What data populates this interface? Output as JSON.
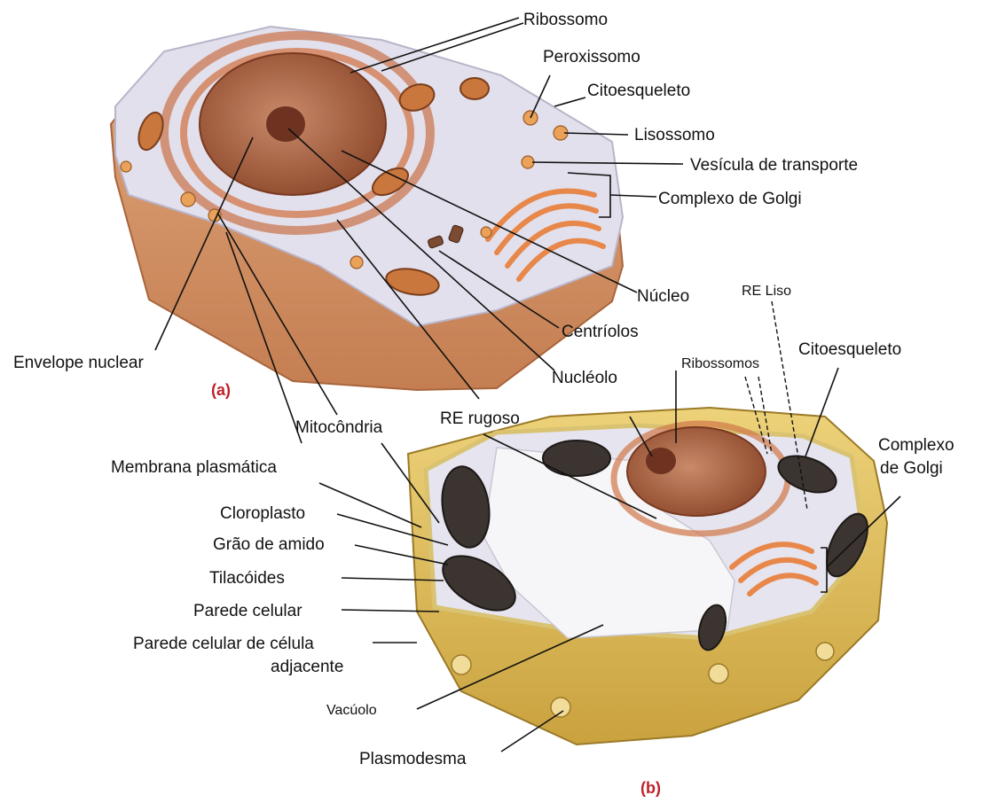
{
  "panels": {
    "a": "(a)",
    "b": "(b)"
  },
  "labels_a": {
    "ribossomo": "Ribossomo",
    "peroxissomo": "Peroxissomo",
    "citoesqueleto": "Citoesqueleto",
    "lisossomo": "Lisossomo",
    "vesicula": "Vesícula de transporte",
    "golgi": "Complexo de Golgi",
    "nucleo": "Núcleo",
    "centriolos": "Centríolos",
    "nucleolo": "Nucléolo",
    "re_rugoso": "RE rugoso",
    "mitocondria": "Mitocôndria",
    "envelope": "Envelope nuclear"
  },
  "labels_b": {
    "re_liso": "RE Liso",
    "ribossomos": "Ribossomos",
    "citoesqueleto": "Citoesqueleto",
    "golgi_1": "Complexo",
    "golgi_2": "de Golgi",
    "membrana": "Membrana plasmática",
    "cloroplasto": "Cloroplasto",
    "amido": "Grão de amido",
    "tilacoides": "Tilacóides",
    "parede": "Parede celular",
    "parede_adj_1": "Parede celular de célula",
    "parede_adj_2": "adjacente",
    "vacuolo": "Vacúolo",
    "plasmodesma": "Plasmodesma"
  },
  "colors": {
    "cytoplasm": "#e4e2ee",
    "animal_body": "#d89a6c",
    "nucleus": "#b5694a",
    "organelle": "#e8874a",
    "cell_wall": "#e2c05e",
    "chloroplast": "#3b3430",
    "label_red": "#c0202a"
  }
}
